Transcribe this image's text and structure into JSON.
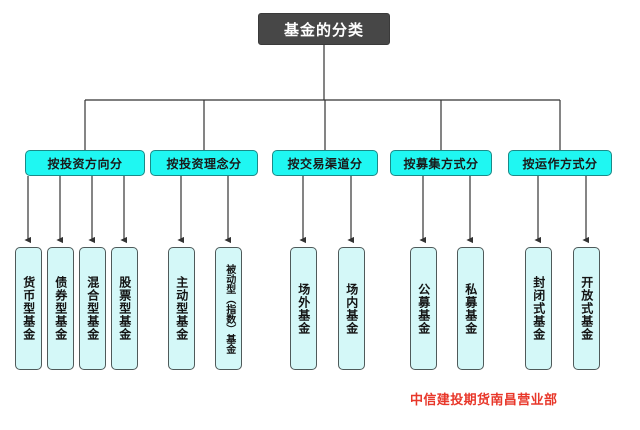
{
  "diagram": {
    "root": {
      "label": "基金的分类",
      "fill": "#474747",
      "text_color": "#ffffff"
    },
    "categories": [
      {
        "label": "按投资方向分",
        "fill": "#1ff7f2",
        "children": [
          "货币型基金",
          "债券型基金",
          "混合型基金",
          "股票型基金"
        ]
      },
      {
        "label": "按投资理念分",
        "fill": "#1ff7f2",
        "children": [
          "主动型基金",
          "被动型（指数）基金"
        ]
      },
      {
        "label": "按交易渠道分",
        "fill": "#1ff7f2",
        "children": [
          "场外基金",
          "场内基金"
        ]
      },
      {
        "label": "按募集方式分",
        "fill": "#1ff7f2",
        "children": [
          "公募基金",
          "私募基金"
        ]
      },
      {
        "label": "按运作方式分",
        "fill": "#1ff7f2",
        "children": [
          "封闭式基金",
          "开放式基金"
        ]
      }
    ],
    "leaf_fill": "#d4f8f8",
    "connector_color": "#333333",
    "footer": {
      "text": "中信建投期货南昌营业部",
      "color": "#e8372a"
    }
  }
}
